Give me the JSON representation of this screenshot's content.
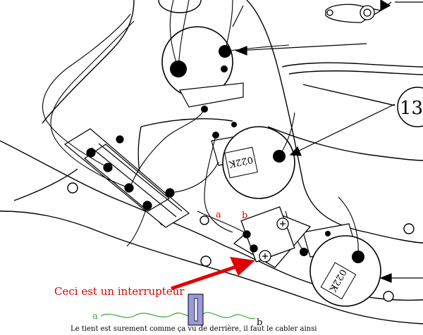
{
  "diagram": {
    "callout_number": "13",
    "pot_value_1": "022K",
    "pot_value_2": "022K",
    "label_a_top": "a",
    "label_b_top": "b",
    "annotation": "Ceci est un interrupteur",
    "label_a_bottom": "a",
    "label_b_bottom": "b",
    "caption": "Le tient est surement comme ça vu de derrière, il faut le cabler ainsi",
    "colors": {
      "line": "#000000",
      "annotation_red": "#e00000",
      "wire_green": "#33aa33",
      "switch_fill": "#9999dd"
    }
  }
}
